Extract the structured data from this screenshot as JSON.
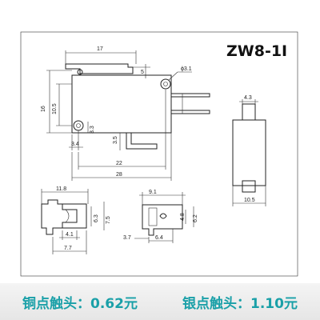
{
  "title": "ZW8-1I",
  "dimensions": {
    "d17": "17",
    "d5": "5",
    "d31": "ϕ3.1",
    "d16": "16",
    "d105a": "10.5",
    "d33": "3.3",
    "d34": "3.4",
    "d35": "3.5",
    "d22": "22",
    "d28": "28",
    "d43": "4.3",
    "d105b": "10.5",
    "d118": "11.8",
    "d63a": "6.3",
    "d75": "7.5",
    "d41": "4.1",
    "d77": "7.7",
    "d91": "9.1",
    "d48": "4.8",
    "d62": "6.2",
    "d37": "3.7",
    "d64": "6.4"
  },
  "prices": {
    "copper": "铜点触头：0.62元",
    "silver": "银点触头：1.10元"
  }
}
